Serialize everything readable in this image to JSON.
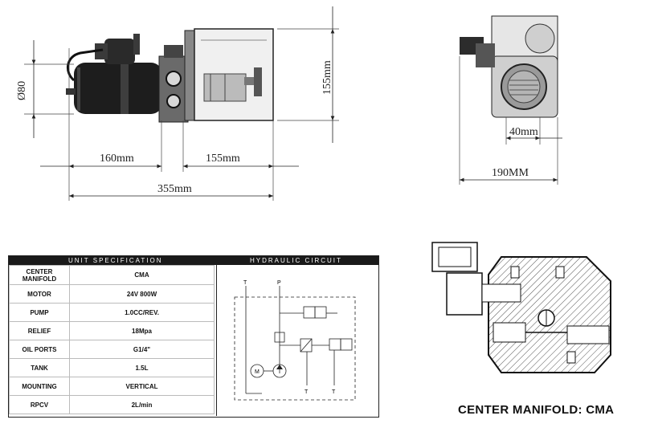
{
  "dimensions": {
    "diameter": "Ø80",
    "motor_length": "160mm",
    "tank_length": "155mm",
    "overall_length": "355mm",
    "tank_height": "155mm",
    "side_offset": "40mm",
    "side_width": "190MM"
  },
  "spec": {
    "header_left": "UNIT SPECIFICATION",
    "header_right": "HYDRAULIC CIRCUIT",
    "rows": [
      {
        "key": "CENTER\nMANIFOLD",
        "value": "CMA"
      },
      {
        "key": "MOTOR",
        "value": "24V 800W"
      },
      {
        "key": "PUMP",
        "value": "1.0CC/REV."
      },
      {
        "key": "RELIEF",
        "value": "18Mpa"
      },
      {
        "key": "OIL PORTS",
        "value": "G1/4\""
      },
      {
        "key": "TANK",
        "value": "1.5L"
      },
      {
        "key": "MOUNTING",
        "value": "VERTICAL"
      },
      {
        "key": "RPCV",
        "value": "2L/min"
      }
    ]
  },
  "circuit": {
    "port_t": "T",
    "port_p": "P",
    "motor_symbol": "M",
    "tank_t1": "T",
    "tank_t2": "T"
  },
  "manifold_title": "CENTER MANIFOLD: CMA"
}
